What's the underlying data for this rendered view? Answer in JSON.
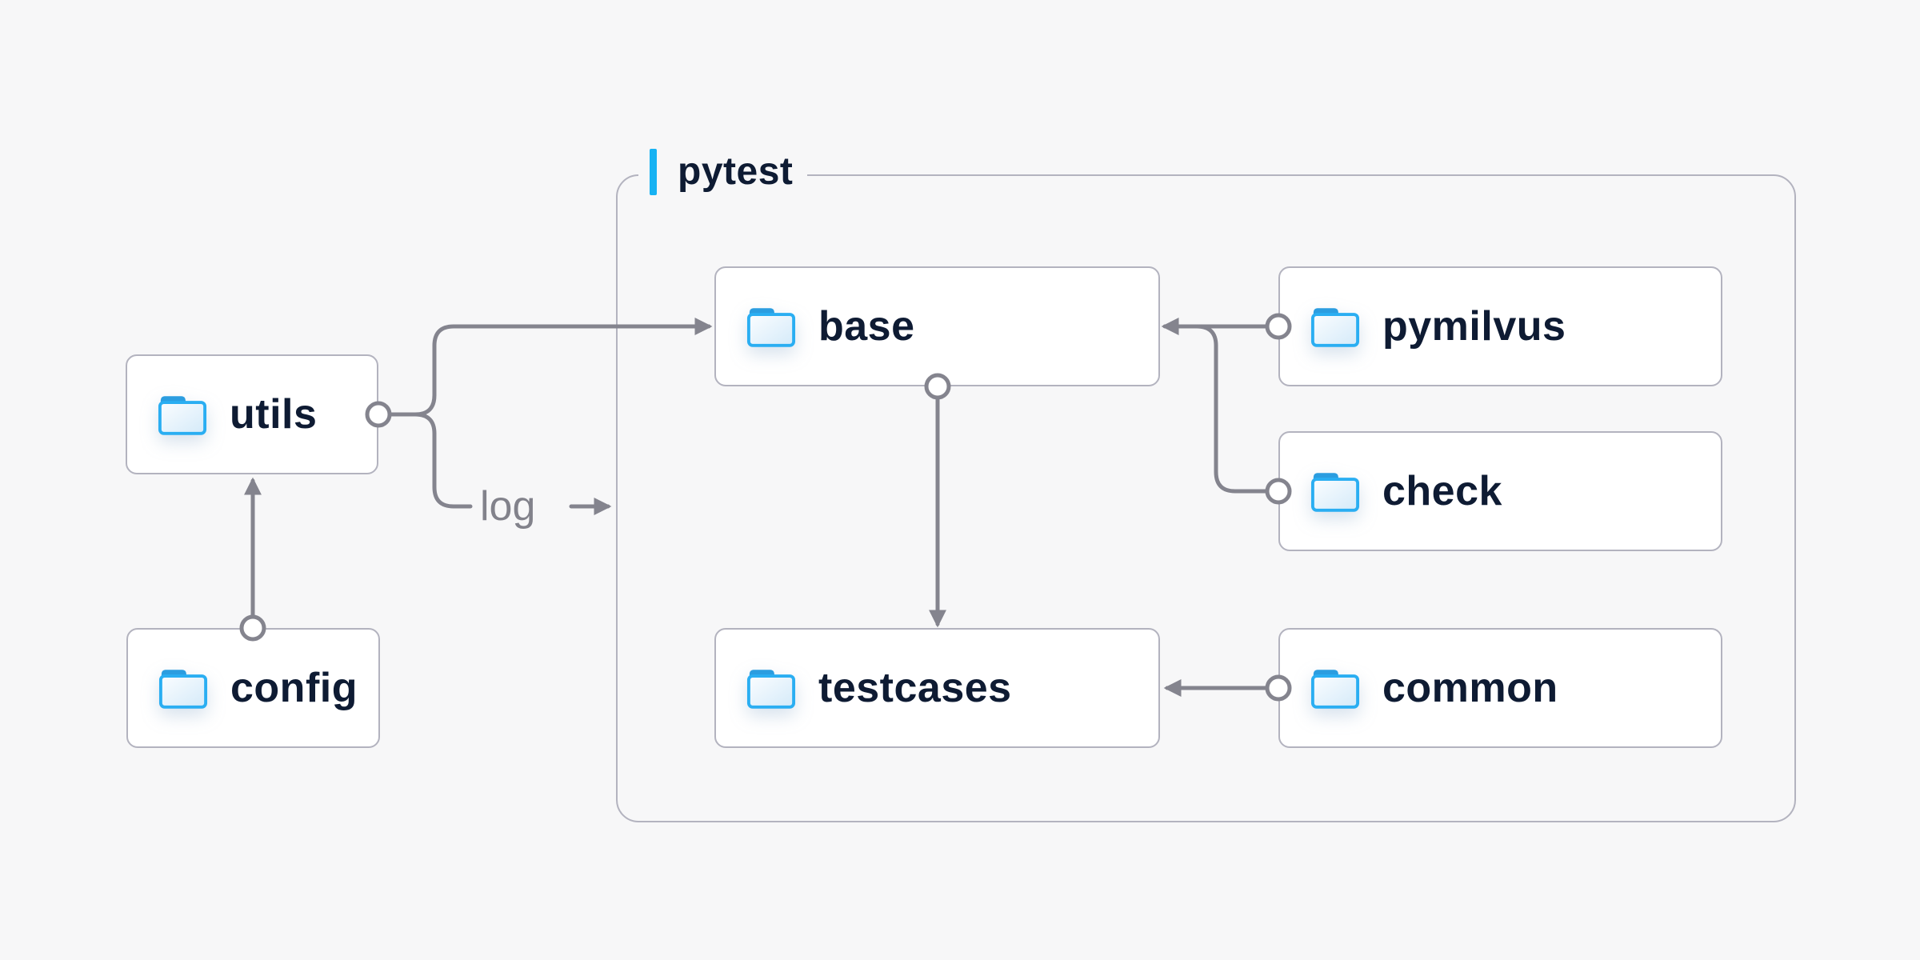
{
  "container": {
    "label": "pytest"
  },
  "nodes": {
    "utils": {
      "label": "utils"
    },
    "config": {
      "label": "config"
    },
    "base": {
      "label": "base"
    },
    "pymilvus": {
      "label": "pymilvus"
    },
    "check": {
      "label": "check"
    },
    "testcases": {
      "label": "testcases"
    },
    "common": {
      "label": "common"
    }
  },
  "edge_labels": {
    "log": "log"
  },
  "edges": [
    {
      "from": "config",
      "to": "utils"
    },
    {
      "from": "utils",
      "to": "base"
    },
    {
      "from": "utils",
      "to": "log"
    },
    {
      "from": "pymilvus",
      "to": "base"
    },
    {
      "from": "check",
      "to": "base"
    },
    {
      "from": "base",
      "to": "testcases"
    },
    {
      "from": "common",
      "to": "testcases"
    }
  ],
  "colors": {
    "background": "#f7f7f8",
    "node_fill": "#ffffff",
    "node_border": "#b3b3bf",
    "container_border": "#b3b3bf",
    "wire": "#84848e",
    "edge_label_text": "#82828b",
    "label_text": "#0e1b33",
    "accent_bar": "#17b2f3",
    "folder_stroke": "#2aaef2",
    "folder_tab": "#2b9de0"
  }
}
